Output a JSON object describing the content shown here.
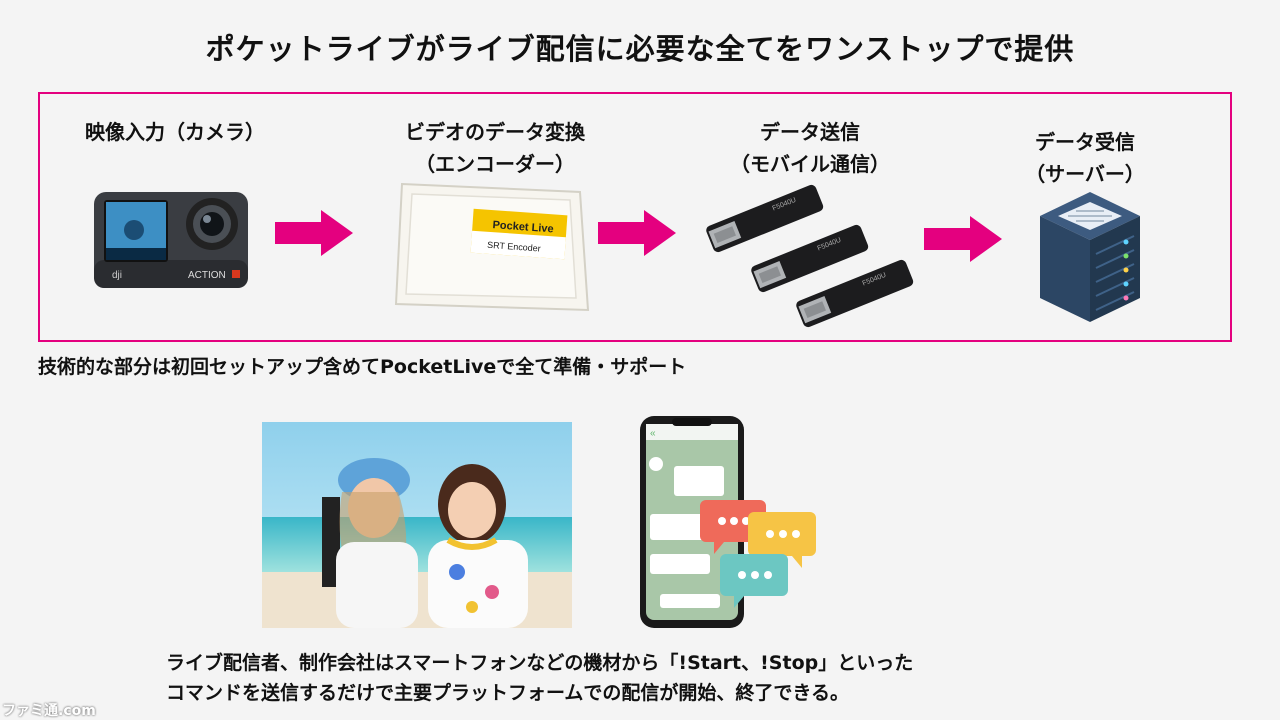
{
  "title": "ポケットライブがライブ配信に必要な全てをワンストップで提供",
  "flow": {
    "stages": [
      {
        "line1": "映像入力（カメラ）",
        "line2": "",
        "icon": "action-camera-icon"
      },
      {
        "line1": "ビデオのデータ変換",
        "line2": "（エンコーダー）",
        "icon": "encoder-box-icon"
      },
      {
        "line1": "データ送信",
        "line2": "（モバイル通信）",
        "icon": "usb-modem-icon"
      },
      {
        "line1": "データ受信",
        "line2": "（サーバー）",
        "icon": "server-icon"
      }
    ],
    "encoder_label": {
      "brand": "Pocket Live",
      "model": "SRT Encoder"
    },
    "modem_label": "F5040U",
    "camera_brand": "ACTION",
    "accent_color": "#e4007f"
  },
  "note": "技術的な部分は初回セットアップ含めてPocketLiveで全て準備・サポート",
  "bottom": {
    "line1": "ライブ配信者、制作会社はスマートフォンなどの機材から「!Start、!Stop」といった",
    "line2": "コマンドを送信するだけで主要プラットフォームでの配信が開始、終了できる。"
  },
  "watermark": "ファミ通.com"
}
